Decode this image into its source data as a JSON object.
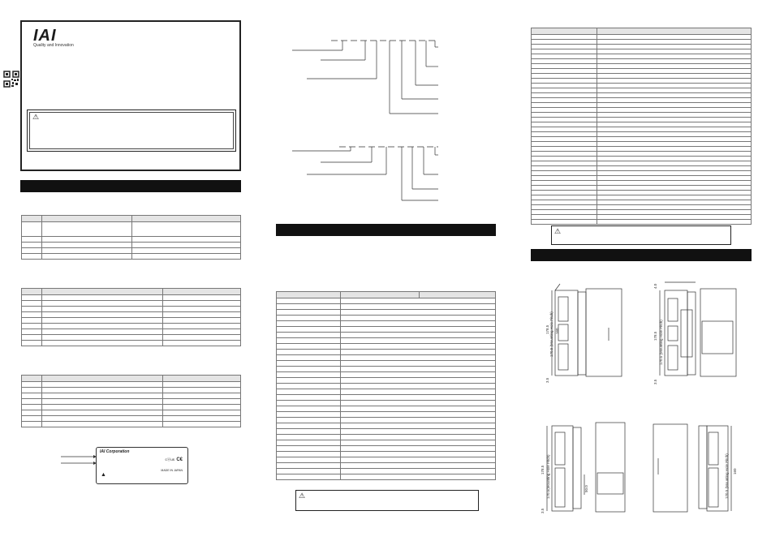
{
  "cover": {
    "brand": "IAI",
    "tagline": "Quality and Innovation"
  },
  "plate": {
    "corporation": "IAI Corporation",
    "made_in": "MADE IN JAPAN",
    "ce": "C€",
    "ul": "cⓤus"
  },
  "drawings": {
    "d1": {
      "v1": "178.5",
      "v2": "170.5 (Mounting Hole Pitch)",
      "v3": "160",
      "v4": "3.5"
    },
    "d2": {
      "v1": "4.0",
      "v2": "178.5",
      "v3": "170.5 (Mounting Hole Pitch)",
      "v4": "3.5"
    },
    "d3": {
      "v1": "178.5",
      "v2": "170.5(Mounting Hole Pitch)",
      "v3": "50.0",
      "v4": "3.5"
    },
    "d4": {
      "v1": "170.5 (Mounting Hole Pitch)",
      "v2": "160"
    }
  }
}
